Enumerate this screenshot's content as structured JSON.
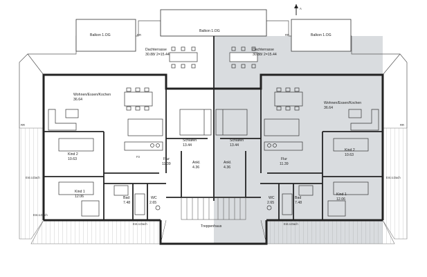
{
  "plan": {
    "colors": {
      "wall": "#222222",
      "thin": "#555555",
      "shade": "#d9dcdf",
      "furniture": "#333333"
    },
    "north_marker": "A",
    "balconies": {
      "left": "Balkon 1.OG",
      "center": "Balkon 1.OG",
      "right": "Balkon 1.OG"
    },
    "terraces": {
      "left": {
        "name": "Dachterrasse",
        "area": "30.88/ 2=15.44"
      },
      "right": {
        "name": "Dachterrasse",
        "area": "30.88/ 2=15.44"
      }
    },
    "left_unit": {
      "living": {
        "name": "Wohnen/Essen/Kochen",
        "area": "36.64"
      },
      "kind2": {
        "name": "Kind 2",
        "area": "10.63"
      },
      "kind1": {
        "name": "Kind 1",
        "area": "12.06"
      },
      "schlafen": {
        "name": "Schlafen",
        "area": "13.44"
      },
      "flur": {
        "name": "Flur",
        "area": "11.39"
      },
      "ankl": {
        "name": "Ankl.",
        "area": "4.36"
      },
      "bad": {
        "name": "Bad",
        "area": "7.48"
      },
      "wc": {
        "name": "WC",
        "area": "2.65"
      }
    },
    "right_unit": {
      "living": {
        "name": "Wohnen/Essen/Kochen",
        "area": "36.64"
      },
      "kind2": {
        "name": "Kind 2",
        "area": "10.63"
      },
      "kind1": {
        "name": "Kind 1",
        "area": "12.06"
      },
      "schlafen": {
        "name": "Schlafen",
        "area": "13.44"
      },
      "flur": {
        "name": "Flur",
        "area": "11.39"
      },
      "ankl": {
        "name": "Ankl.",
        "area": "4.36"
      },
      "bad": {
        "name": "Bad",
        "area": "7.48"
      },
      "wc": {
        "name": "WC",
        "area": "2.65"
      }
    },
    "staircase": "Treppenhaus",
    "small_notes": {
      "ent_dach": "Ent.ü.Dach",
      "rr": "RR",
      "f3": "F3"
    }
  }
}
